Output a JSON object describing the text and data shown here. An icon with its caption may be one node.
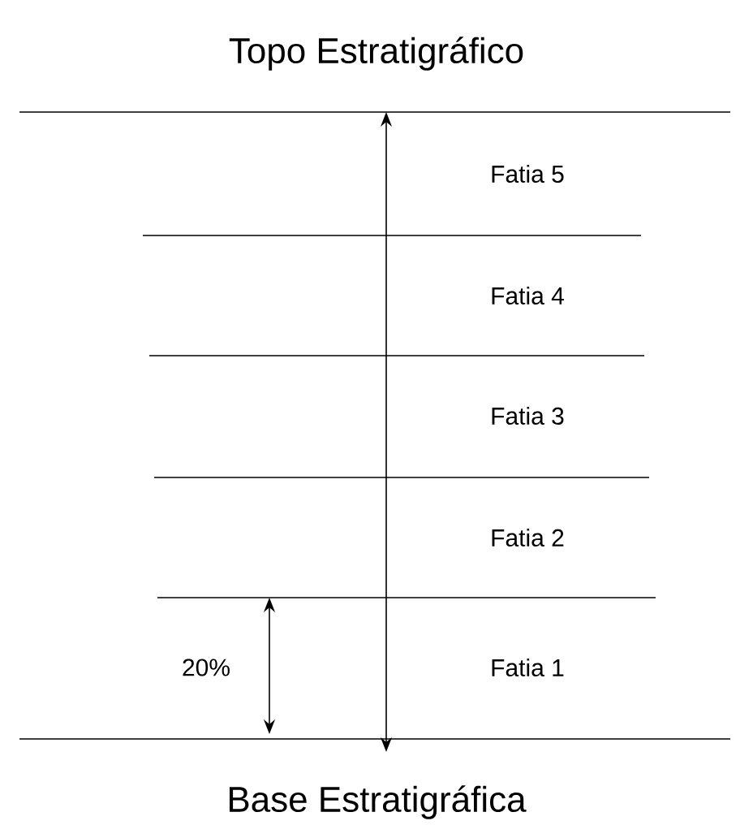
{
  "diagram": {
    "title": "Topo Estratigráfico",
    "caption": "Base Estratigráfica",
    "nodes": [
      {
        "text": [
          "Fatia 5"
        ]
      },
      {
        "text": [
          "Fatia 4"
        ]
      },
      {
        "text": [
          "Fatia 3"
        ]
      },
      {
        "text": [
          "Fatia 2"
        ]
      },
      {
        "text": [
          "Fatia 1"
        ]
      }
    ],
    "labels": [
      "20%"
    ]
  }
}
